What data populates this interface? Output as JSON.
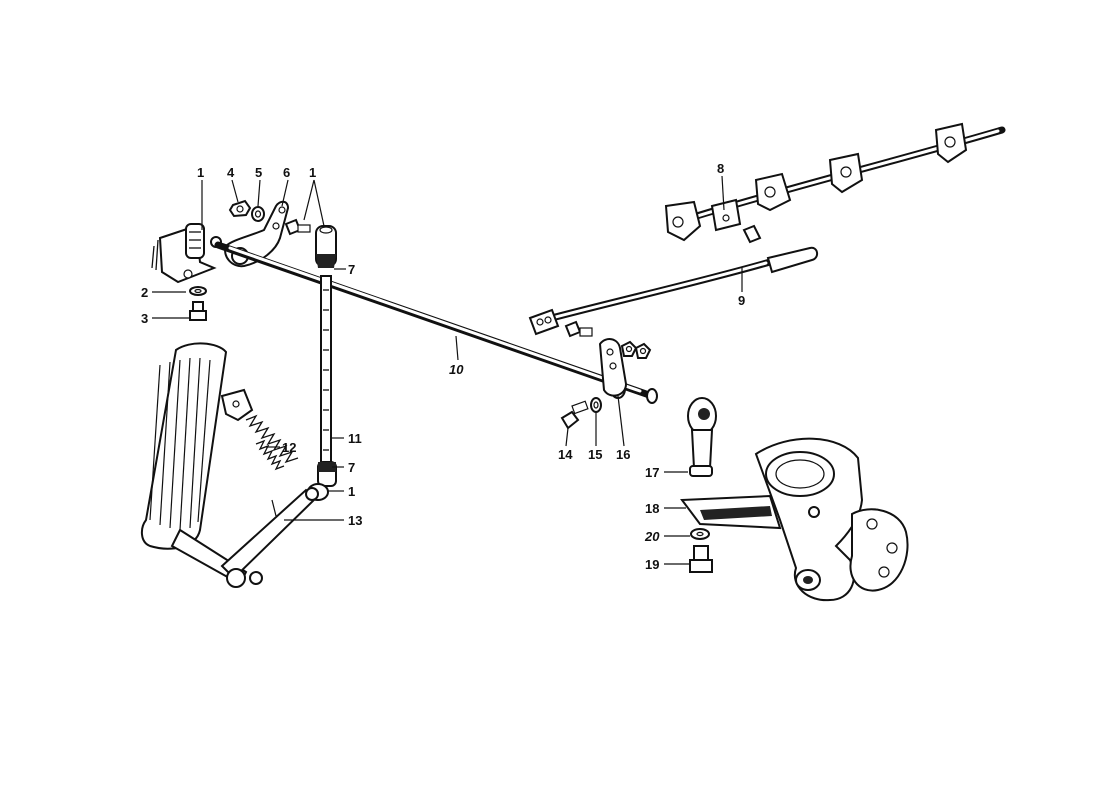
{
  "diagram": {
    "callouts": [
      {
        "id": "c1a",
        "text": "1",
        "italic": false
      },
      {
        "id": "c2",
        "text": "2",
        "italic": false
      },
      {
        "id": "c3",
        "text": "3",
        "italic": false
      },
      {
        "id": "c4",
        "text": "4",
        "italic": false
      },
      {
        "id": "c5",
        "text": "5",
        "italic": false
      },
      {
        "id": "c6",
        "text": "6",
        "italic": false
      },
      {
        "id": "c1b",
        "text": "1",
        "italic": false
      },
      {
        "id": "c7a",
        "text": "7",
        "italic": false
      },
      {
        "id": "c8",
        "text": "8",
        "italic": false
      },
      {
        "id": "c9",
        "text": "9",
        "italic": false
      },
      {
        "id": "c10",
        "text": "10",
        "italic": true
      },
      {
        "id": "c11",
        "text": "11",
        "italic": false
      },
      {
        "id": "c12",
        "text": "12",
        "italic": false
      },
      {
        "id": "c7b",
        "text": "7",
        "italic": false
      },
      {
        "id": "c1c",
        "text": "1",
        "italic": false
      },
      {
        "id": "c13",
        "text": "13",
        "italic": false
      },
      {
        "id": "c14",
        "text": "14",
        "italic": false
      },
      {
        "id": "c15",
        "text": "15",
        "italic": false
      },
      {
        "id": "c16",
        "text": "16",
        "italic": false
      },
      {
        "id": "c17",
        "text": "17",
        "italic": false
      },
      {
        "id": "c18",
        "text": "18",
        "italic": false
      },
      {
        "id": "c20",
        "text": "20",
        "italic": true
      },
      {
        "id": "c19",
        "text": "19",
        "italic": false
      }
    ]
  }
}
